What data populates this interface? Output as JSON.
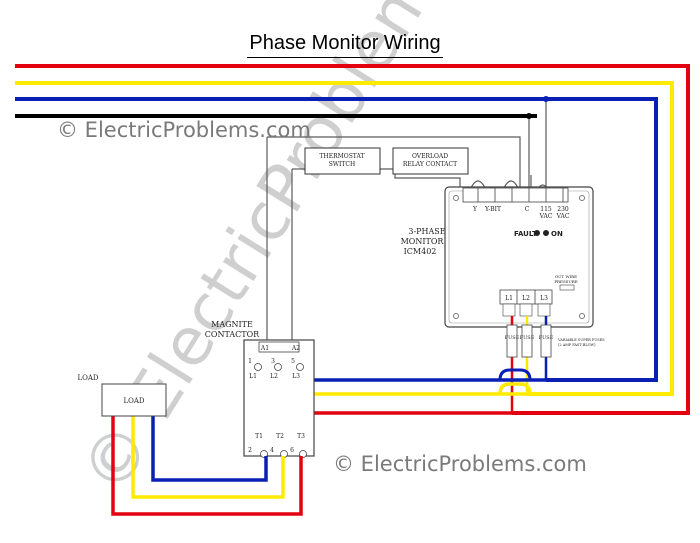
{
  "title": "Phase Monitor Wiring",
  "copyright_top": "© ElectricProblems.com",
  "copyright_bottom": "© ElectricProblems.com",
  "watermark": "© ElectricProblems.com",
  "thermostat": {
    "line1": "THERMOSTAT",
    "line2": "SWITCH"
  },
  "overload": {
    "line1": "OVERLOAD",
    "line2": "RELAY CONTACT"
  },
  "monitor": {
    "terminals": [
      "Y",
      "Y-BIT",
      "C",
      "115\nVAC",
      "230\nVAC"
    ],
    "label_line1": "3-PHASE",
    "label_line2": "MONITOR",
    "label_line3": "ICM402",
    "fault": "FAULT",
    "on": "ON",
    "outwire": "OUT WIRE\nPRESSURE",
    "phase_terminals": [
      "L1",
      "L2",
      "L3"
    ]
  },
  "fuse_label": "FUSE",
  "fuse_note": "VARIABLE SUPER FUSES (2 AMP FAST BLOW)",
  "contactor": {
    "label_line1": "MAGNITE",
    "label_line2": "CONTACTOR",
    "coil": [
      "A1",
      "A2"
    ],
    "line_nums": [
      "1",
      "3",
      "5"
    ],
    "lines": [
      "L1",
      "L2",
      "L3"
    ],
    "loads": [
      "T1",
      "T2",
      "T3"
    ],
    "load_nums": [
      "2",
      "4",
      "6"
    ]
  },
  "load_outer": "LOAD",
  "load_inner": "LOAD",
  "colors": {
    "l1": "#e3000f",
    "l2": "#ffea00",
    "l3": "#0a1fb4",
    "neutral": "#000000",
    "control": "#5a5a5a",
    "watermark": "#cfcfcf"
  }
}
